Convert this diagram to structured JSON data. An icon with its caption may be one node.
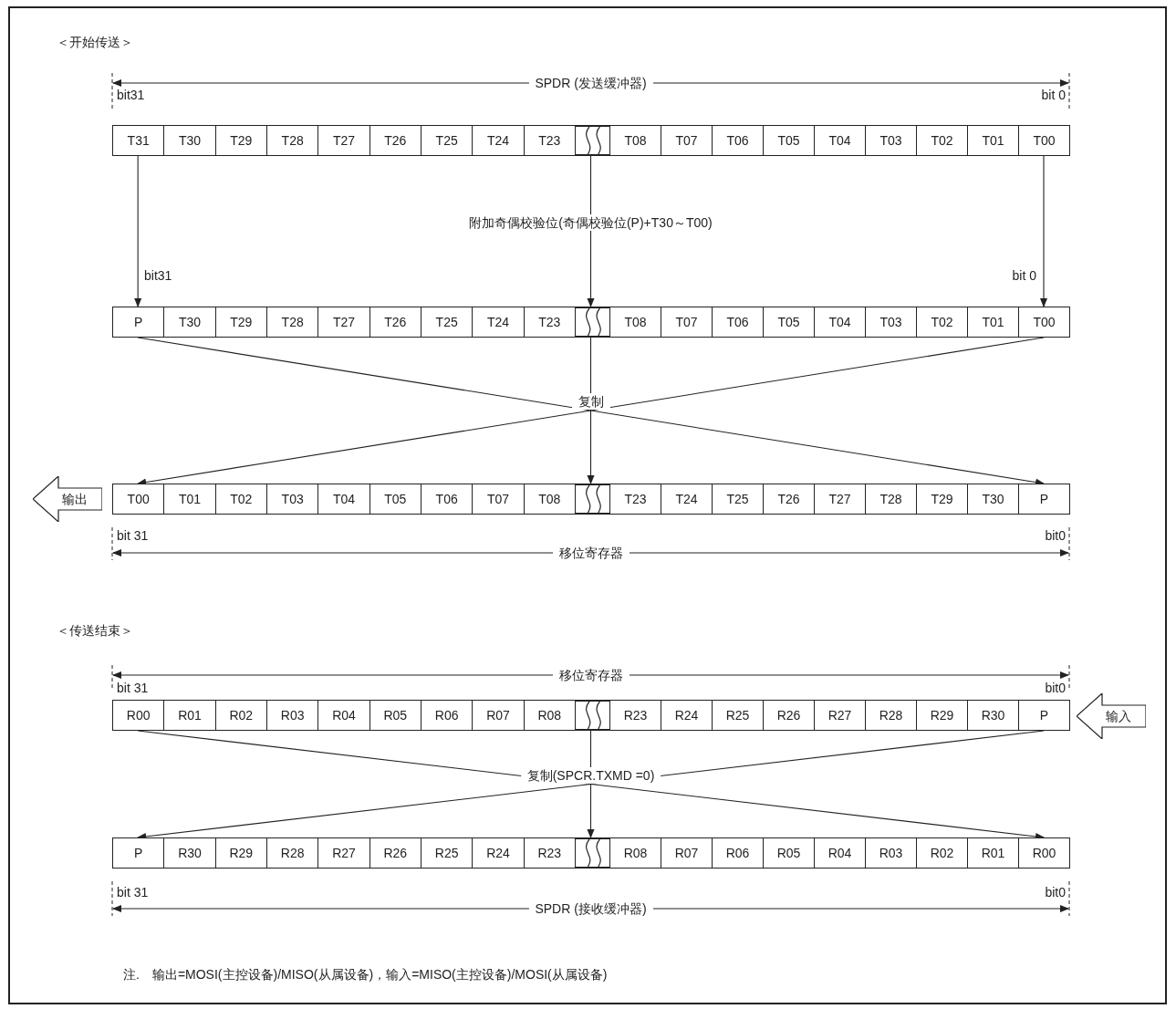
{
  "diagram": {
    "nodes": [
      {
        "text": [],
        "shape": "box"
      },
      {
        "text": [
          "T31"
        ],
        "in": 0
      },
      {
        "text": [
          "T30"
        ],
        "in": 0
      },
      {
        "text": [
          "T29"
        ],
        "in": 0
      },
      {
        "text": [
          "T28"
        ],
        "in": 0
      },
      {
        "text": [
          "T27"
        ],
        "in": 0
      },
      {
        "text": [
          "T26"
        ],
        "in": 0
      },
      {
        "text": [
          "T25"
        ],
        "in": 0
      },
      {
        "text": [
          "T24"
        ],
        "in": 0
      },
      {
        "text": [
          "T23"
        ],
        "in": 0
      },
      {
        "text": [
          "T08"
        ],
        "in": 0
      },
      {
        "text": [
          "T07"
        ],
        "in": 0
      },
      {
        "text": [
          "T06"
        ],
        "in": 0
      },
      {
        "text": [
          "T05"
        ],
        "in": 0
      },
      {
        "text": [
          "T04"
        ],
        "in": 0
      },
      {
        "text": [
          "T03"
        ],
        "in": 0
      },
      {
        "text": [
          "T02"
        ],
        "in": 0
      },
      {
        "text": [
          "T01"
        ],
        "in": 0
      },
      {
        "text": [
          "T00"
        ],
        "in": 0
      },
      {
        "text": [],
        "shape": "box"
      },
      {
        "text": [
          "P"
        ],
        "in": 19
      },
      {
        "text": [
          "T30"
        ],
        "in": 19
      },
      {
        "text": [
          "T29"
        ],
        "in": 19
      },
      {
        "text": [
          "T28"
        ],
        "in": 19
      },
      {
        "text": [
          "T27"
        ],
        "in": 19
      },
      {
        "text": [
          "T26"
        ],
        "in": 19
      },
      {
        "text": [
          "T25"
        ],
        "in": 19
      },
      {
        "text": [
          "T24"
        ],
        "in": 19
      },
      {
        "text": [
          "T23"
        ],
        "in": 19
      },
      {
        "text": [
          "T08"
        ],
        "in": 19
      },
      {
        "text": [
          "T07"
        ],
        "in": 19
      },
      {
        "text": [
          "T06"
        ],
        "in": 19
      },
      {
        "text": [
          "T05"
        ],
        "in": 19
      },
      {
        "text": [
          "T04"
        ],
        "in": 19
      },
      {
        "text": [
          "T03"
        ],
        "in": 19
      },
      {
        "text": [
          "T02"
        ],
        "in": 19
      },
      {
        "text": [
          "T01"
        ],
        "in": 19
      },
      {
        "text": [
          "T00"
        ],
        "in": 19
      },
      {
        "text": [],
        "shape": "box"
      },
      {
        "text": [
          "T00"
        ],
        "in": 38
      },
      {
        "text": [
          "T01"
        ],
        "in": 38
      },
      {
        "text": [
          "T02"
        ],
        "in": 38
      },
      {
        "text": [
          "T03"
        ],
        "in": 38
      },
      {
        "text": [
          "T04"
        ],
        "in": 38
      },
      {
        "text": [
          "T05"
        ],
        "in": 38
      },
      {
        "text": [
          "T06"
        ],
        "in": 38
      },
      {
        "text": [
          "T07"
        ],
        "in": 38
      },
      {
        "text": [
          "T08"
        ],
        "in": 38
      },
      {
        "text": [
          "T23"
        ],
        "in": 38
      },
      {
        "text": [
          "T24"
        ],
        "in": 38
      },
      {
        "text": [
          "T25"
        ],
        "in": 38
      },
      {
        "text": [
          "T26"
        ],
        "in": 38
      },
      {
        "text": [
          "T27"
        ],
        "in": 38
      },
      {
        "text": [
          "T28"
        ],
        "in": 38
      },
      {
        "text": [
          "T29"
        ],
        "in": 38
      },
      {
        "text": [
          "T30"
        ],
        "in": 38
      },
      {
        "text": [
          "P"
        ],
        "in": 38
      },
      {
        "text": [
          "输出"
        ]
      },
      {
        "text": [],
        "shape": "box"
      },
      {
        "text": [
          "R00"
        ],
        "in": 58
      },
      {
        "text": [
          "R01"
        ],
        "in": 58
      },
      {
        "text": [
          "R02"
        ],
        "in": 58
      },
      {
        "text": [
          "R03"
        ],
        "in": 58
      },
      {
        "text": [
          "R04"
        ],
        "in": 58
      },
      {
        "text": [
          "R05"
        ],
        "in": 58
      },
      {
        "text": [
          "R06"
        ],
        "in": 58
      },
      {
        "text": [
          "R07"
        ],
        "in": 58
      },
      {
        "text": [
          "R08"
        ],
        "in": 58
      },
      {
        "text": [
          "R23"
        ],
        "in": 58
      },
      {
        "text": [
          "R24"
        ],
        "in": 58
      },
      {
        "text": [
          "R25"
        ],
        "in": 58
      },
      {
        "text": [
          "R26"
        ],
        "in": 58
      },
      {
        "text": [
          "R27"
        ],
        "in": 58
      },
      {
        "text": [
          "R28"
        ],
        "in": 58
      },
      {
        "text": [
          "R29"
        ],
        "in": 58
      },
      {
        "text": [
          "R30"
        ],
        "in": 58
      },
      {
        "text": [
          "P"
        ],
        "in": 58
      },
      {
        "text": [
          "输入"
        ]
      },
      {
        "text": [],
        "shape": "box"
      },
      {
        "text": [
          "P"
        ],
        "in": 78
      },
      {
        "text": [
          "R30"
        ],
        "in": 78
      },
      {
        "text": [
          "R29"
        ],
        "in": 78
      },
      {
        "text": [
          "R28"
        ],
        "in": 78
      },
      {
        "text": [
          "R27"
        ],
        "in": 78
      },
      {
        "text": [
          "R26"
        ],
        "in": 78
      },
      {
        "text": [
          "R25"
        ],
        "in": 78
      },
      {
        "text": [
          "R24"
        ],
        "in": 78
      },
      {
        "text": [
          "R23"
        ],
        "in": 78
      },
      {
        "text": [
          "R08"
        ],
        "in": 78
      },
      {
        "text": [
          "R07"
        ],
        "in": 78
      },
      {
        "text": [
          "R06"
        ],
        "in": 78
      },
      {
        "text": [
          "R05"
        ],
        "in": 78
      },
      {
        "text": [
          "R04"
        ],
        "in": 78
      },
      {
        "text": [
          "R03"
        ],
        "in": 78
      },
      {
        "text": [
          "R02"
        ],
        "in": 78
      },
      {
        "text": [
          "R01"
        ],
        "in": 78
      },
      {
        "text": [
          "R00"
        ],
        "in": 78
      }
    ],
    "edges": [
      {
        "from": 1,
        "to": 20,
        "arrow": "to"
      },
      {
        "from": 0,
        "to": 19,
        "arrow": "to",
        "label": "附加奇偶校验位(奇偶校验位(P)+T30～T00)"
      },
      {
        "from": 18,
        "to": 37,
        "arrow": "to"
      },
      {
        "from": 20,
        "to": 56,
        "arrow": "to"
      },
      {
        "from": 37,
        "to": 39,
        "arrow": "to"
      },
      {
        "from": 19,
        "to": 38,
        "arrow": "to",
        "label": "复制"
      },
      {
        "from": 59,
        "to": 96,
        "arrow": "to"
      },
      {
        "from": 76,
        "to": 79,
        "arrow": "to"
      },
      {
        "from": 58,
        "to": 78,
        "arrow": "to",
        "label": "复制(SPCR.TXMD =0)"
      }
    ],
    "labels": [
      "＜开始传送＞",
      "SPDR (发送缓冲器)",
      "bit31",
      "bit 0",
      "bit31",
      "bit 0",
      "bit 31",
      "bit0",
      "移位寄存器",
      "＜传送结束＞",
      "移位寄存器",
      "bit 31",
      "bit0",
      "bit 31",
      "bit0",
      "SPDR (接收缓冲器)",
      "注.　输出=MOSI(主控设备)/MISO(从属设备)，输入=MISO(主控设备)/MOSI(从属设备)"
    ]
  }
}
